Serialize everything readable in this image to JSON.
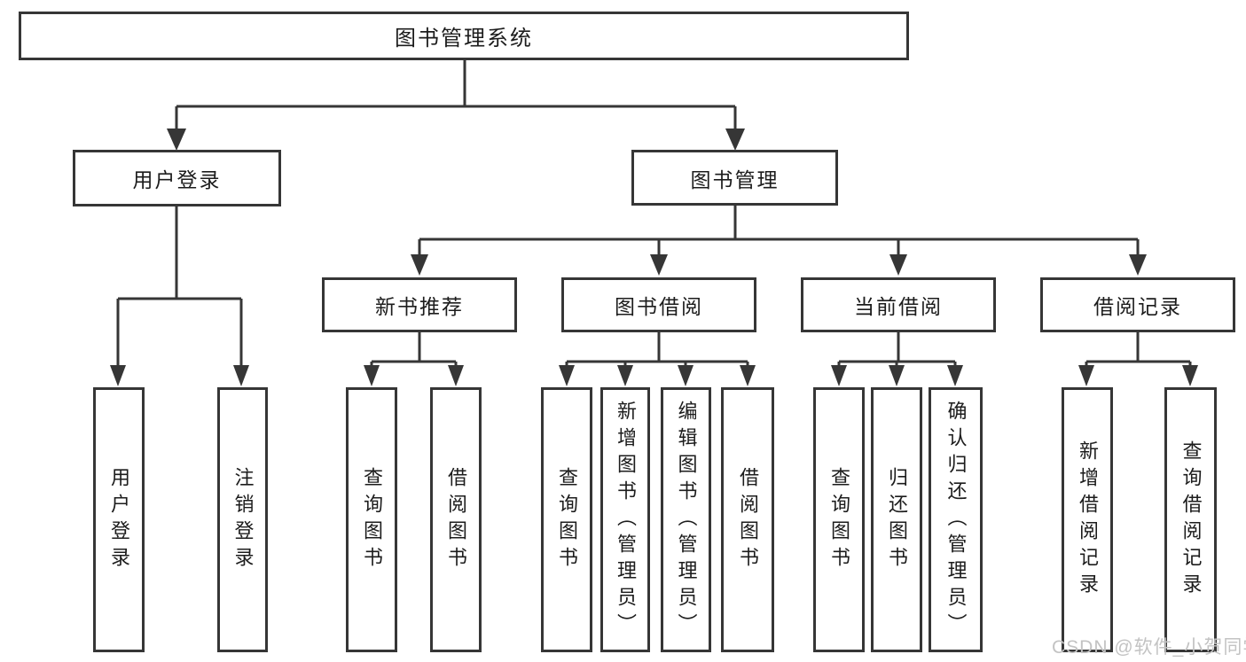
{
  "diagram": {
    "root": {
      "label": "图书管理系统"
    },
    "branches": [
      {
        "label": "用户登录",
        "children": [
          {
            "label": "用户登录"
          },
          {
            "label": "注销登录"
          }
        ]
      },
      {
        "label": "图书管理",
        "children": [
          {
            "label": "新书推荐",
            "children": [
              {
                "label": "查询图书"
              },
              {
                "label": "借阅图书"
              }
            ]
          },
          {
            "label": "图书借阅",
            "children": [
              {
                "label": "查询图书"
              },
              {
                "label": "新增图书（管理员）"
              },
              {
                "label": "编辑图书（管理员）"
              },
              {
                "label": "借阅图书"
              }
            ]
          },
          {
            "label": "当前借阅",
            "children": [
              {
                "label": "查询图书"
              },
              {
                "label": "归还图书"
              },
              {
                "label": "确认归还（管理员）"
              }
            ]
          },
          {
            "label": "借阅记录",
            "children": [
              {
                "label": "新增借阅记录"
              },
              {
                "label": "查询借阅记录"
              }
            ]
          }
        ]
      }
    ]
  },
  "watermark": {
    "text": "CSDN @软件_小贺同学"
  },
  "colors": {
    "line": "#363636",
    "border": "#363636",
    "text": "#1c1c1c",
    "watermark": "#c3c3c3",
    "background": "#ffffff"
  }
}
